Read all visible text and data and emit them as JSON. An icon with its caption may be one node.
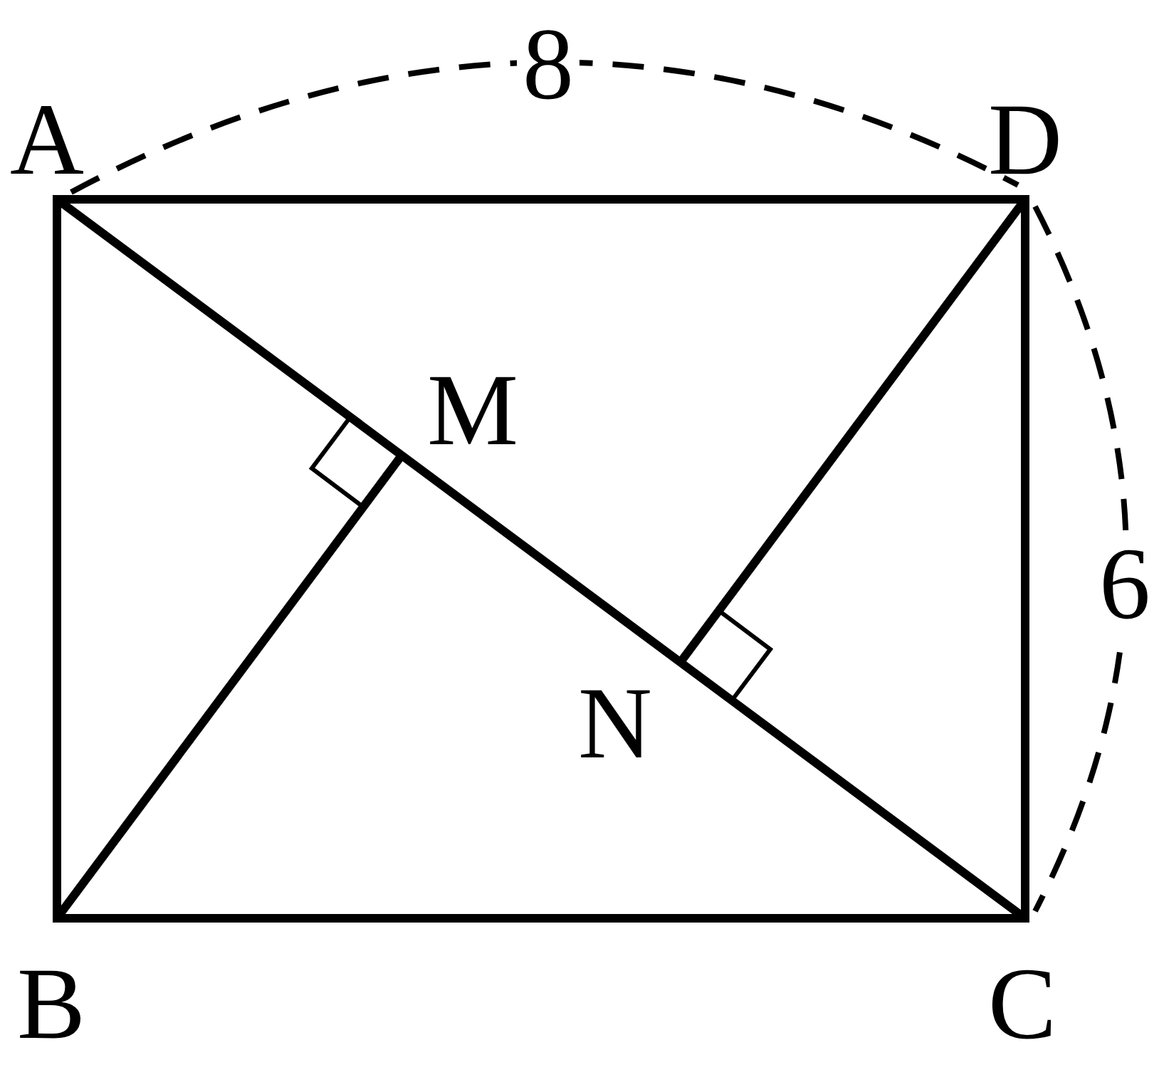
{
  "diagram": {
    "labels": [
      "8",
      "A",
      "D",
      "M",
      "6",
      "N",
      "B",
      "C"
    ]
  }
}
